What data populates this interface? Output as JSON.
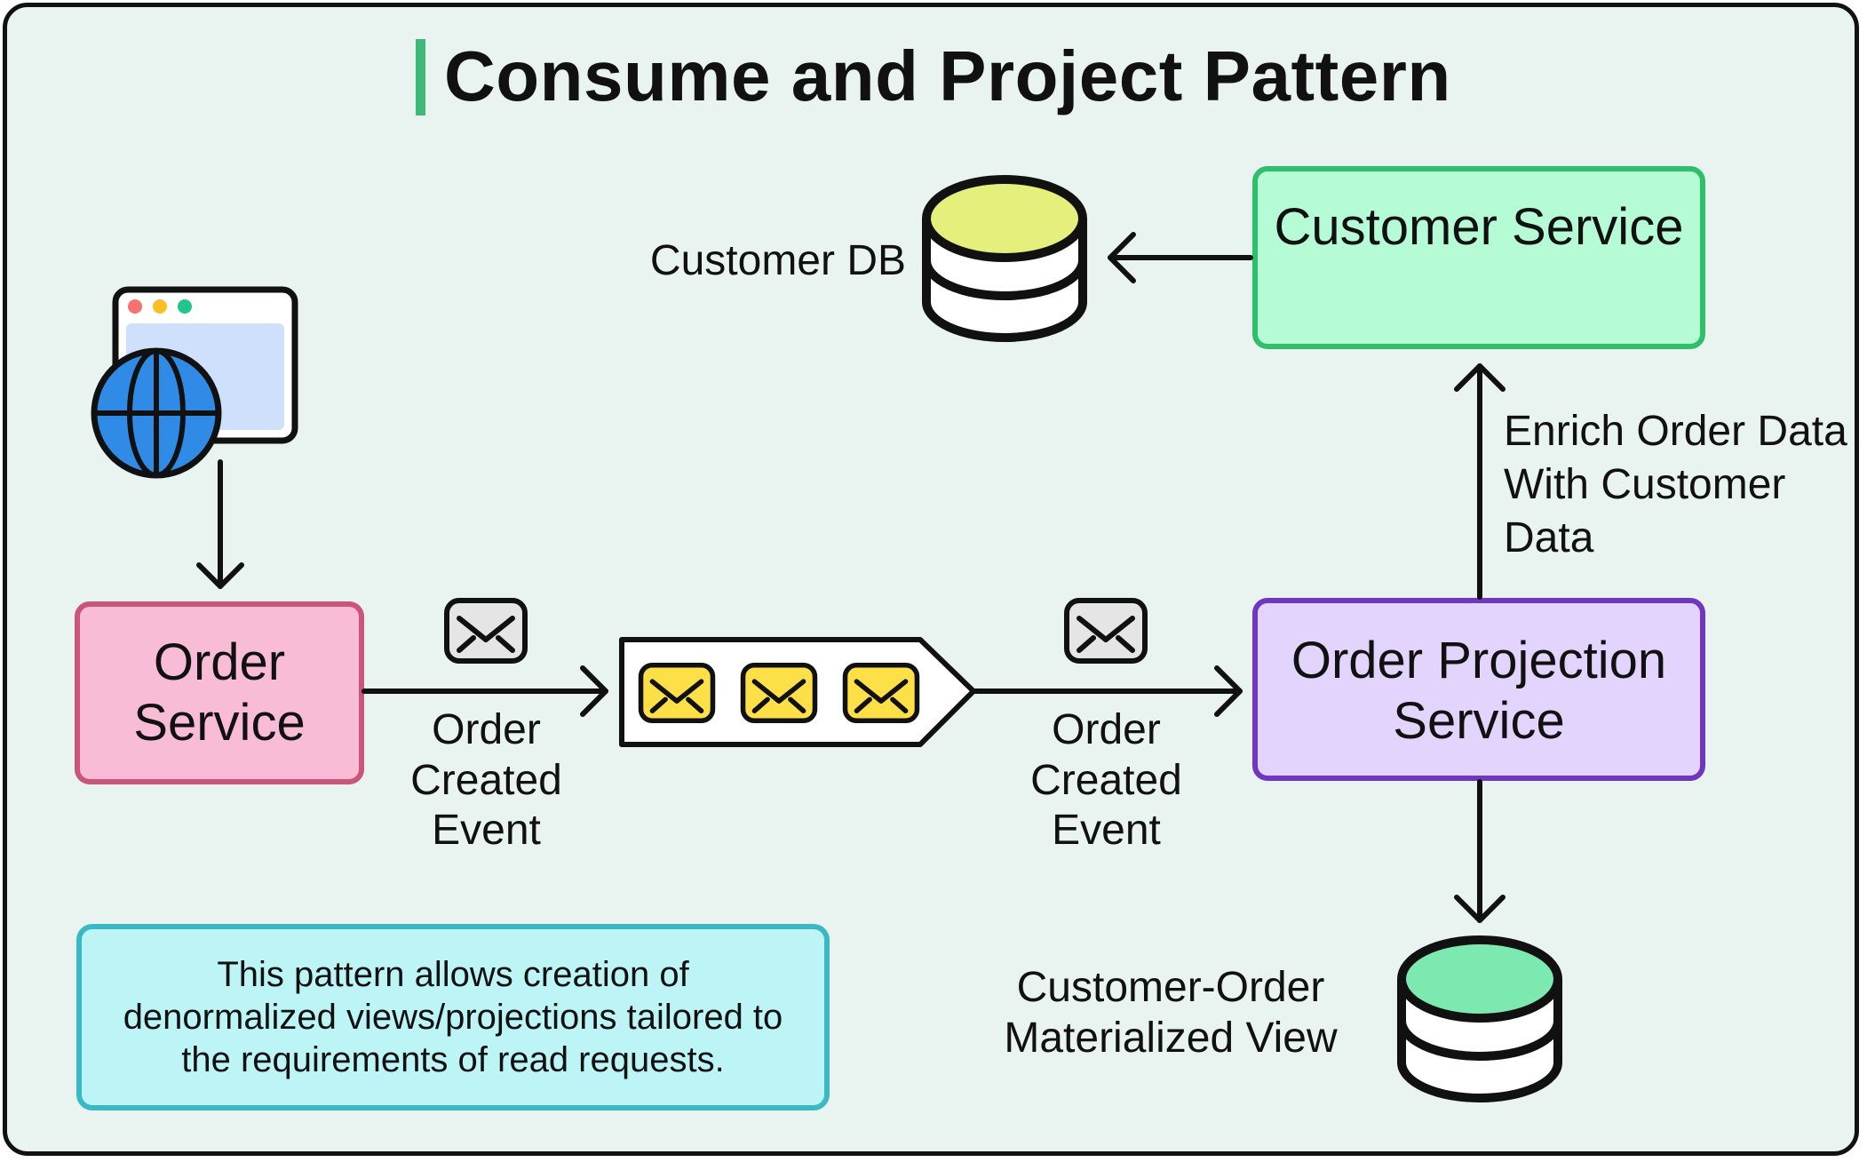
{
  "title": "Consume and Project Pattern",
  "nodes": {
    "order_service": "Order Service",
    "customer_service": "Customer Service",
    "order_projection_service": "Order Projection Service",
    "customer_db": "Customer DB",
    "materialized_view": "Customer-Order Materialized View"
  },
  "edges": {
    "order_created_event_left": "Order Created Event",
    "order_created_event_right": "Order Created Event",
    "enrich": "Enrich Order Data With Customer Data"
  },
  "note": "This pattern allows creation of denormalized views/projections tailored to the requirements of read requests.",
  "icons": [
    "browser-globe-icon",
    "envelope-icon",
    "message-queue-icon",
    "database-icon"
  ],
  "colors": {
    "background": "#e9f3ef",
    "order_service_fill": "#f9bcd6",
    "order_service_border": "#c9557a",
    "customer_service_fill": "#b5fcd6",
    "customer_service_border": "#2fbf6a",
    "projection_fill": "#e3d4fd",
    "projection_border": "#6f36c0",
    "customer_db_top": "#e4ef7c",
    "materialized_view_top": "#7ce9b0",
    "note_fill": "#bdf5f7",
    "note_border": "#3ab9c5",
    "envelope_yellow": "#fde047",
    "title_accent": "#3fb878"
  }
}
